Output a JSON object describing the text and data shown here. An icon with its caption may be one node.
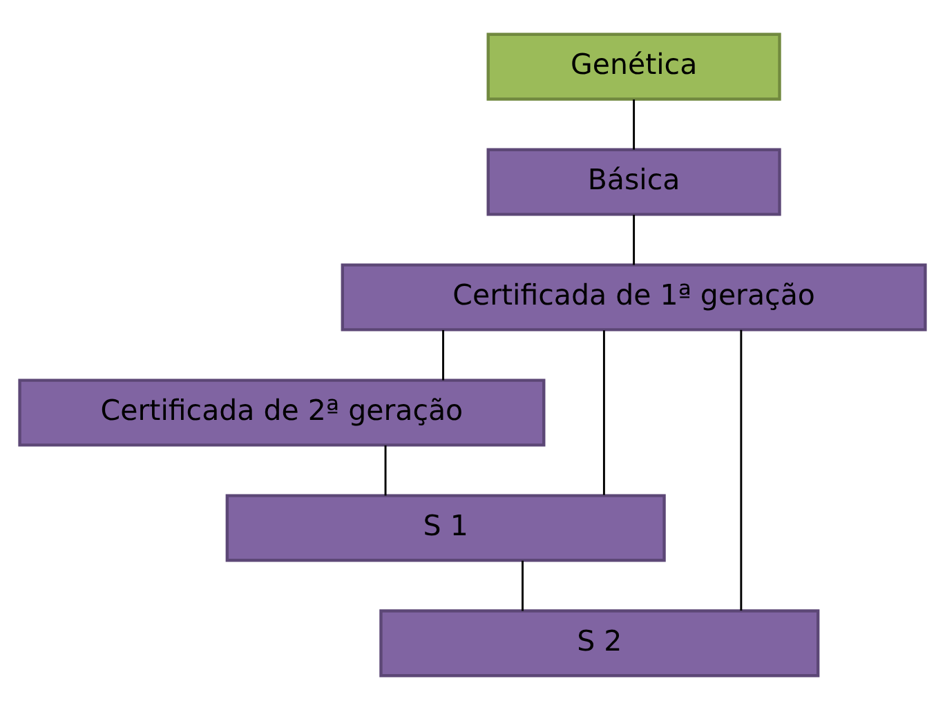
{
  "diagram": {
    "nodes": [
      {
        "text": [
          "Genética"
        ]
      },
      {
        "text": [
          "Básica"
        ]
      },
      {
        "text": [
          "Certificada de 1ª geração"
        ]
      },
      {
        "text": [
          "Certificada de 2ª geração"
        ]
      },
      {
        "text": [
          "S 1"
        ]
      },
      {
        "text": [
          "S 2"
        ]
      }
    ],
    "edges": [
      {
        "from": 0,
        "to": 1,
        "arrow": "none"
      },
      {
        "from": 1,
        "to": 2,
        "arrow": "none"
      },
      {
        "from": 2,
        "to": 3,
        "arrow": "none"
      },
      {
        "from": 3,
        "to": 4,
        "arrow": "none"
      },
      {
        "from": 4,
        "to": 5,
        "arrow": "none"
      },
      {
        "from": 2,
        "to": 4,
        "arrow": "none"
      },
      {
        "from": 2,
        "to": 5,
        "arrow": "none"
      }
    ]
  }
}
